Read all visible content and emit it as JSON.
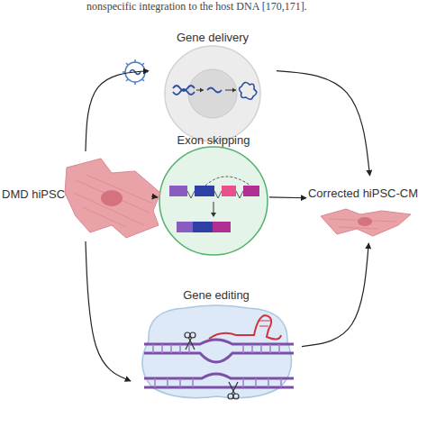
{
  "diagram": {
    "nodes": [
      {
        "text": [
          "DMD hiPSC-CM"
        ]
      },
      {
        "text": [
          "Gene delivery"
        ]
      },
      {
        "text": [
          "Exon skipping"
        ]
      },
      {
        "text": [
          "Gene editing"
        ]
      },
      {
        "text": [
          "Corrected hiPSC-CM"
        ]
      }
    ],
    "edges": [
      {
        "from": 0,
        "to": 1,
        "arrow": "to"
      },
      {
        "from": 1,
        "to": 4,
        "arrow": "to"
      },
      {
        "from": 0,
        "to": 2,
        "arrow": "to"
      },
      {
        "from": 2,
        "to": 4,
        "arrow": "to"
      },
      {
        "from": 0,
        "to": 3,
        "arrow": "to"
      },
      {
        "from": 3,
        "to": 4,
        "arrow": "to"
      }
    ],
    "labels": [
      "nonspecific integration to the host DNA [170,171]."
    ]
  }
}
